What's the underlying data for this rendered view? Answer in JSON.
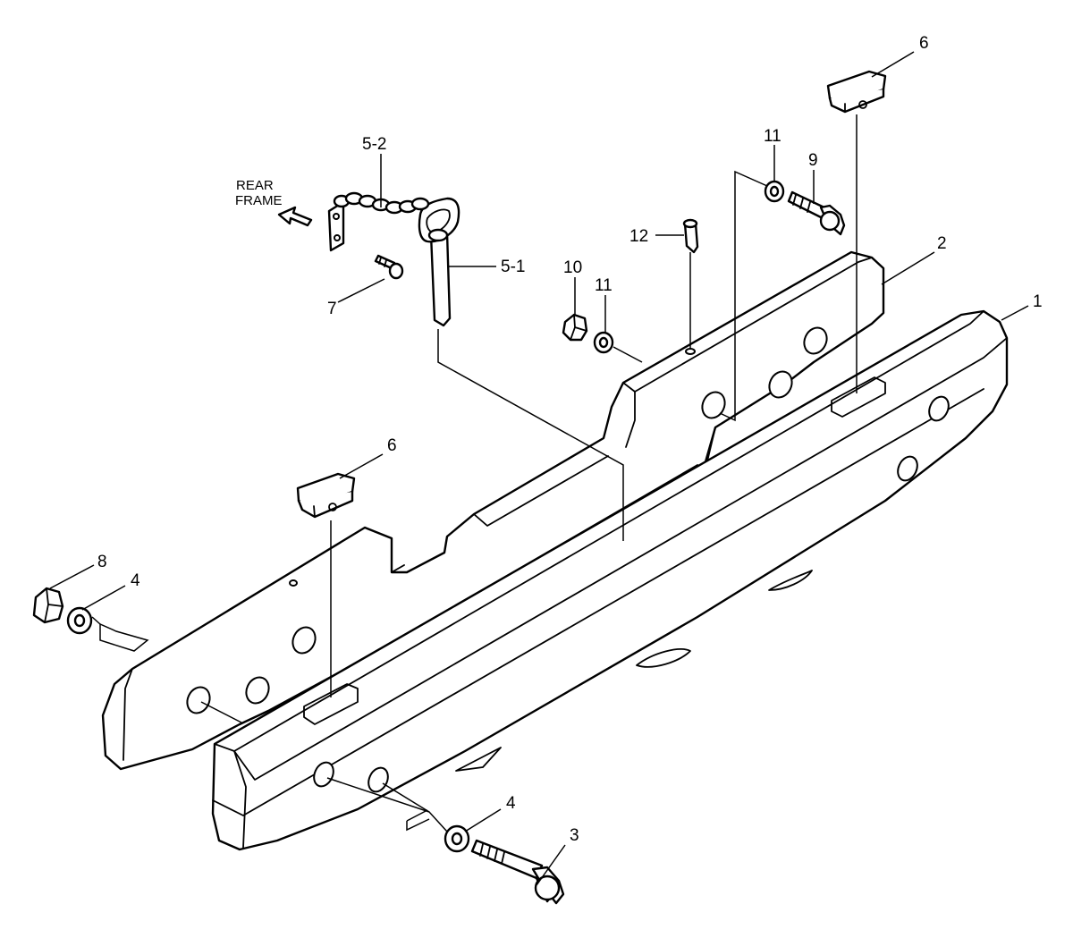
{
  "note": {
    "line1": "REAR",
    "line2": "FRAME"
  },
  "callouts": {
    "c1": "1",
    "c2": "2",
    "c3": "3",
    "c4a": "4",
    "c4b": "4",
    "c5_1": "5-1",
    "c5_2": "5-2",
    "c6a": "6",
    "c6b": "6",
    "c7": "7",
    "c8": "8",
    "c9": "9",
    "c10": "10",
    "c11a": "11",
    "c11b": "11",
    "c12": "12"
  },
  "colors": {
    "line": "#000000",
    "background": "#ffffff"
  }
}
